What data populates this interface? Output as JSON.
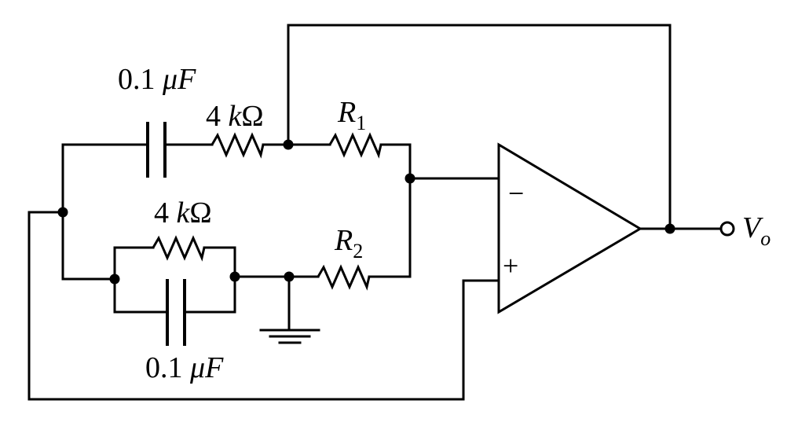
{
  "labels": {
    "c1": {
      "value": "0.1 ",
      "unit_prefix": "μ",
      "unit": "F"
    },
    "r_top": {
      "value": "4 ",
      "unit_prefix": "k",
      "unit": "Ω"
    },
    "r1": {
      "symbol": "R",
      "sub": "1"
    },
    "r_mid": {
      "value": "4 ",
      "unit_prefix": "k",
      "unit": "Ω"
    },
    "r2": {
      "symbol": "R",
      "sub": "2"
    },
    "c2": {
      "value": "0.1 ",
      "unit_prefix": "μ",
      "unit": "F"
    },
    "vo": {
      "symbol": "V",
      "sub": "o"
    }
  },
  "opamp": {
    "minus": "−",
    "plus": "+"
  }
}
